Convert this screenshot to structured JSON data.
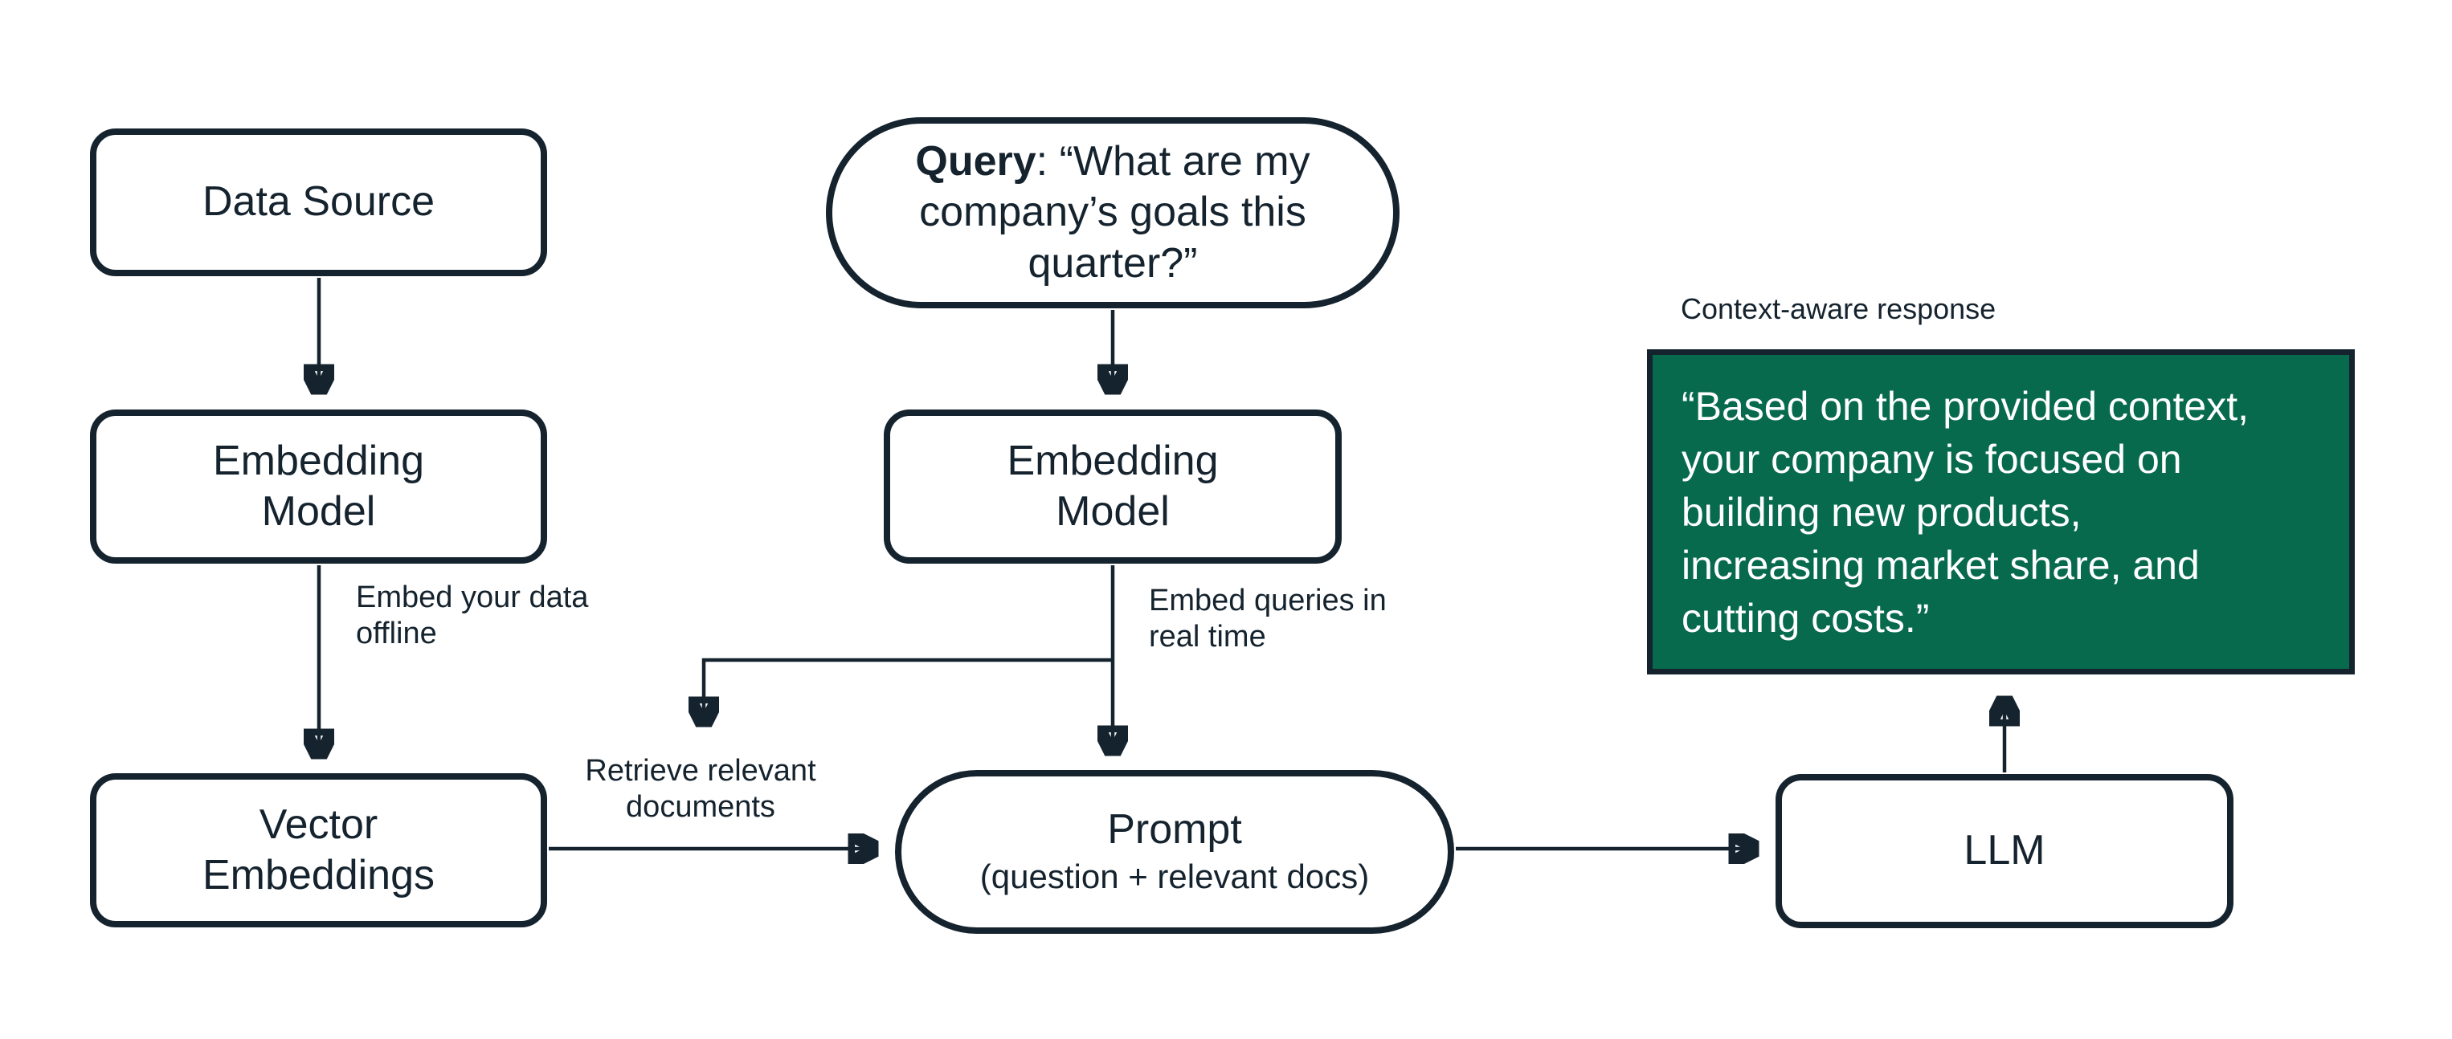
{
  "canvas": {
    "background": "#ffffff",
    "ink_color": "#15232e",
    "response_green": "#076a4d",
    "response_text_color": "#ffffff"
  },
  "nodes": {
    "data_source": {
      "label": "Data Source"
    },
    "query": {
      "bold_prefix": "Query",
      "text": ": “What are my company’s goals this quarter?”"
    },
    "embedding_model_data": {
      "lines": [
        "Embedding",
        "Model"
      ]
    },
    "embedding_model_query": {
      "lines": [
        "Embedding",
        "Model"
      ]
    },
    "vector_embeddings": {
      "lines": [
        "Vector",
        "Embeddings"
      ]
    },
    "prompt": {
      "title": "Prompt",
      "subtitle": "(question + relevant docs)"
    },
    "llm": {
      "label": "LLM"
    },
    "response": {
      "lines": [
        "“Based on the provided context,",
        "your company is focused on",
        "building new products,",
        "increasing market share, and",
        "cutting costs.”"
      ]
    }
  },
  "annotations": {
    "context_aware": "Context-aware response",
    "embed_offline": {
      "lines": [
        "Embed your data",
        "offline"
      ]
    },
    "embed_realtime": {
      "lines": [
        "Embed queries in",
        "real time"
      ]
    },
    "retrieve": {
      "lines": [
        "Retrieve relevant",
        "documents"
      ]
    }
  }
}
